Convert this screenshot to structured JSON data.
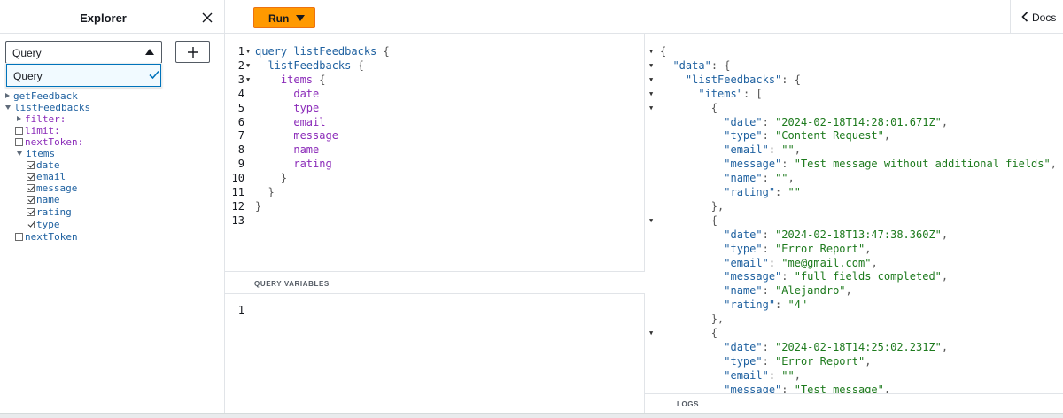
{
  "explorer": {
    "title": "Explorer",
    "operation_select": {
      "value": "Query"
    },
    "operation_options": [
      {
        "label": "Query",
        "selected": true
      }
    ],
    "tree": [
      {
        "label": "getFeedback",
        "kind": "root",
        "expanded": false
      },
      {
        "label": "listFeedbacks",
        "kind": "root",
        "expanded": true
      },
      {
        "label": "filter:",
        "kind": "arg",
        "expanded": false
      },
      {
        "label": "limit:",
        "kind": "arg",
        "checked": false
      },
      {
        "label": "nextToken:",
        "kind": "arg",
        "checked": false
      },
      {
        "label": "items",
        "kind": "field",
        "expanded": true
      },
      {
        "label": "date",
        "kind": "field",
        "checked": true
      },
      {
        "label": "email",
        "kind": "field",
        "checked": true
      },
      {
        "label": "message",
        "kind": "field",
        "checked": true
      },
      {
        "label": "name",
        "kind": "field",
        "checked": true
      },
      {
        "label": "rating",
        "kind": "field",
        "checked": true
      },
      {
        "label": "type",
        "kind": "field",
        "checked": true
      },
      {
        "label": "nextToken",
        "kind": "field",
        "checked": false
      }
    ]
  },
  "toolbar": {
    "run_label": "Run",
    "docs_label": "Docs"
  },
  "query_editor": {
    "lines": [
      {
        "n": "1",
        "tokens": [
          [
            "kw",
            "query "
          ],
          [
            "nm",
            "listFeedbacks"
          ],
          [
            "pn",
            " {"
          ]
        ]
      },
      {
        "n": "2",
        "tokens": [
          [
            "nm",
            "  listFeedbacks"
          ],
          [
            "pn",
            " {"
          ]
        ]
      },
      {
        "n": "3",
        "tokens": [
          [
            "fd",
            "    items"
          ],
          [
            "pn",
            " {"
          ]
        ]
      },
      {
        "n": "4",
        "tokens": [
          [
            "fd",
            "      date"
          ]
        ]
      },
      {
        "n": "5",
        "tokens": [
          [
            "fd",
            "      type"
          ]
        ]
      },
      {
        "n": "6",
        "tokens": [
          [
            "fd",
            "      email"
          ]
        ]
      },
      {
        "n": "7",
        "tokens": [
          [
            "fd",
            "      message"
          ]
        ]
      },
      {
        "n": "8",
        "tokens": [
          [
            "fd",
            "      name"
          ]
        ]
      },
      {
        "n": "9",
        "tokens": [
          [
            "fd",
            "      rating"
          ]
        ]
      },
      {
        "n": "10",
        "tokens": [
          [
            "pn",
            "    }"
          ]
        ]
      },
      {
        "n": "11",
        "tokens": [
          [
            "pn",
            "  }"
          ]
        ]
      },
      {
        "n": "12",
        "tokens": [
          [
            "pn",
            "}"
          ]
        ]
      },
      {
        "n": "13",
        "tokens": []
      }
    ]
  },
  "variables": {
    "title": "QUERY VARIABLES",
    "lines": [
      {
        "n": "1",
        "text": ""
      }
    ]
  },
  "result": {
    "lines": [
      {
        "fold": true,
        "tokens": [
          [
            "pn",
            "{"
          ]
        ]
      },
      {
        "fold": true,
        "tokens": [
          [
            "pn",
            "  "
          ],
          [
            "key",
            "\"data\""
          ],
          [
            "pn",
            ": {"
          ]
        ]
      },
      {
        "fold": true,
        "tokens": [
          [
            "pn",
            "    "
          ],
          [
            "key",
            "\"listFeedbacks\""
          ],
          [
            "pn",
            ": {"
          ]
        ]
      },
      {
        "fold": true,
        "tokens": [
          [
            "pn",
            "      "
          ],
          [
            "key",
            "\"items\""
          ],
          [
            "pn",
            ": ["
          ]
        ]
      },
      {
        "fold": true,
        "tokens": [
          [
            "pn",
            "        {"
          ]
        ]
      },
      {
        "fold": false,
        "tokens": [
          [
            "pn",
            "          "
          ],
          [
            "key",
            "\"date\""
          ],
          [
            "pn",
            ": "
          ],
          [
            "str",
            "\"2024-02-18T14:28:01.671Z\""
          ],
          [
            "pn",
            ","
          ]
        ]
      },
      {
        "fold": false,
        "tokens": [
          [
            "pn",
            "          "
          ],
          [
            "key",
            "\"type\""
          ],
          [
            "pn",
            ": "
          ],
          [
            "str",
            "\"Content Request\""
          ],
          [
            "pn",
            ","
          ]
        ]
      },
      {
        "fold": false,
        "tokens": [
          [
            "pn",
            "          "
          ],
          [
            "key",
            "\"email\""
          ],
          [
            "pn",
            ": "
          ],
          [
            "str",
            "\"\""
          ],
          [
            "pn",
            ","
          ]
        ]
      },
      {
        "fold": false,
        "tokens": [
          [
            "pn",
            "          "
          ],
          [
            "key",
            "\"message\""
          ],
          [
            "pn",
            ": "
          ],
          [
            "str",
            "\"Test message without additional fields\""
          ],
          [
            "pn",
            ","
          ]
        ]
      },
      {
        "fold": false,
        "tokens": [
          [
            "pn",
            "          "
          ],
          [
            "key",
            "\"name\""
          ],
          [
            "pn",
            ": "
          ],
          [
            "str",
            "\"\""
          ],
          [
            "pn",
            ","
          ]
        ]
      },
      {
        "fold": false,
        "tokens": [
          [
            "pn",
            "          "
          ],
          [
            "key",
            "\"rating\""
          ],
          [
            "pn",
            ": "
          ],
          [
            "str",
            "\"\""
          ]
        ]
      },
      {
        "fold": false,
        "tokens": [
          [
            "pn",
            "        },"
          ]
        ]
      },
      {
        "fold": true,
        "tokens": [
          [
            "pn",
            "        {"
          ]
        ]
      },
      {
        "fold": false,
        "tokens": [
          [
            "pn",
            "          "
          ],
          [
            "key",
            "\"date\""
          ],
          [
            "pn",
            ": "
          ],
          [
            "str",
            "\"2024-02-18T13:47:38.360Z\""
          ],
          [
            "pn",
            ","
          ]
        ]
      },
      {
        "fold": false,
        "tokens": [
          [
            "pn",
            "          "
          ],
          [
            "key",
            "\"type\""
          ],
          [
            "pn",
            ": "
          ],
          [
            "str",
            "\"Error Report\""
          ],
          [
            "pn",
            ","
          ]
        ]
      },
      {
        "fold": false,
        "tokens": [
          [
            "pn",
            "          "
          ],
          [
            "key",
            "\"email\""
          ],
          [
            "pn",
            ": "
          ],
          [
            "str",
            "\"me@gmail.com\""
          ],
          [
            "pn",
            ","
          ]
        ]
      },
      {
        "fold": false,
        "tokens": [
          [
            "pn",
            "          "
          ],
          [
            "key",
            "\"message\""
          ],
          [
            "pn",
            ": "
          ],
          [
            "str",
            "\"full fields completed\""
          ],
          [
            "pn",
            ","
          ]
        ]
      },
      {
        "fold": false,
        "tokens": [
          [
            "pn",
            "          "
          ],
          [
            "key",
            "\"name\""
          ],
          [
            "pn",
            ": "
          ],
          [
            "str",
            "\"Alejandro\""
          ],
          [
            "pn",
            ","
          ]
        ]
      },
      {
        "fold": false,
        "tokens": [
          [
            "pn",
            "          "
          ],
          [
            "key",
            "\"rating\""
          ],
          [
            "pn",
            ": "
          ],
          [
            "str",
            "\"4\""
          ]
        ]
      },
      {
        "fold": false,
        "tokens": [
          [
            "pn",
            "        },"
          ]
        ]
      },
      {
        "fold": true,
        "tokens": [
          [
            "pn",
            "        {"
          ]
        ]
      },
      {
        "fold": false,
        "tokens": [
          [
            "pn",
            "          "
          ],
          [
            "key",
            "\"date\""
          ],
          [
            "pn",
            ": "
          ],
          [
            "str",
            "\"2024-02-18T14:25:02.231Z\""
          ],
          [
            "pn",
            ","
          ]
        ]
      },
      {
        "fold": false,
        "tokens": [
          [
            "pn",
            "          "
          ],
          [
            "key",
            "\"type\""
          ],
          [
            "pn",
            ": "
          ],
          [
            "str",
            "\"Error Report\""
          ],
          [
            "pn",
            ","
          ]
        ]
      },
      {
        "fold": false,
        "tokens": [
          [
            "pn",
            "          "
          ],
          [
            "key",
            "\"email\""
          ],
          [
            "pn",
            ": "
          ],
          [
            "str",
            "\"\""
          ],
          [
            "pn",
            ","
          ]
        ]
      },
      {
        "fold": false,
        "tokens": [
          [
            "pn",
            "          "
          ],
          [
            "key",
            "\"message\""
          ],
          [
            "pn",
            ": "
          ],
          [
            "str",
            "\"Test message\""
          ],
          [
            "pn",
            ","
          ]
        ]
      }
    ]
  },
  "logs": {
    "title": "LOGS"
  },
  "colors": {
    "run_button": "#ff9900",
    "keyword": "#1f61a0",
    "field": "#8b2bb9",
    "string": "#1d7a1d",
    "selected_option": "#0073bb"
  },
  "icons": {
    "close": "close-icon",
    "check": "check-icon",
    "add": "plus-icon",
    "docs": "chevron-left-icon"
  }
}
